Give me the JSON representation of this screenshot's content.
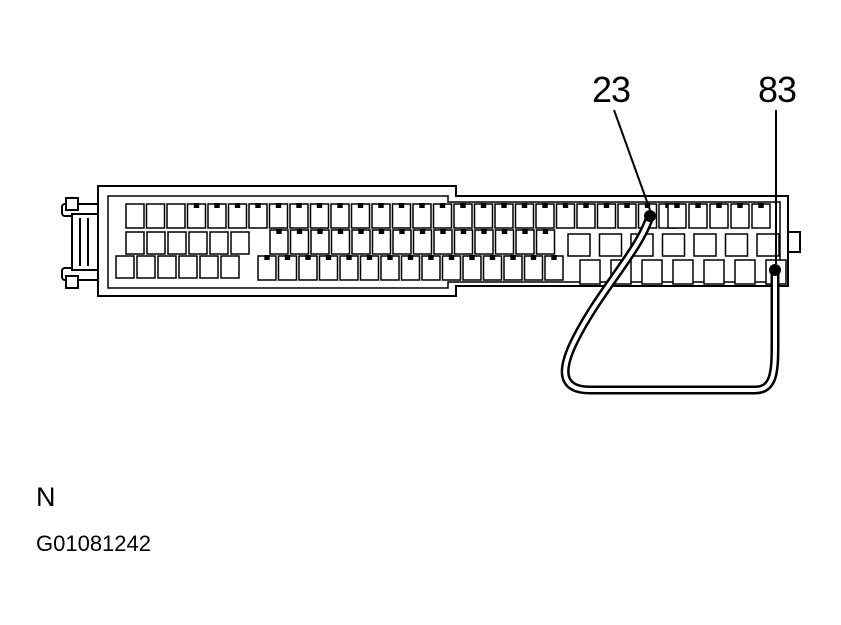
{
  "diagram": {
    "pins": [
      {
        "number": "23"
      },
      {
        "number": "83"
      }
    ],
    "view_letter": "N",
    "figure_code": "G01081242",
    "colors": {
      "line": "#000000",
      "background": "#ffffff"
    }
  }
}
